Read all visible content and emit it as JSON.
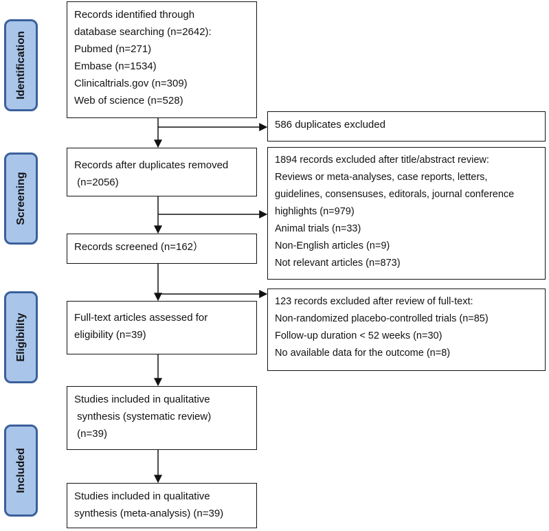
{
  "stages": {
    "identification": "Identification",
    "screening": "Screening",
    "eligibility": "Eligibility",
    "included": "Included"
  },
  "boxes": {
    "identified": {
      "lines": [
        "Records identified through",
        "database searching (n=2642):",
        "Pubmed (n=271)",
        "Embase (n=1534)",
        "Clinicaltrials.gov (n=309)",
        "Web of science (n=528)"
      ]
    },
    "duplicates": {
      "lines": [
        "586 duplicates excluded"
      ]
    },
    "after_duplicates": {
      "lines": [
        "Records after duplicates removed",
        " (n=2056)"
      ]
    },
    "title_abstract_excluded": {
      "lines": [
        "1894 records excluded after title/abstract review:",
        "Reviews or meta-analyses, case reports, letters,",
        "guidelines, consensuses, editorals, journal conference",
        "highlights (n=979)",
        "Animal trials (n=33)",
        "Non-English articles (n=9)",
        "Not relevant articles (n=873)"
      ]
    },
    "screened": {
      "lines": [
        "Records screened (n=162）"
      ]
    },
    "fulltext_excluded": {
      "lines": [
        "123 records excluded after review of full-text:",
        "Non-randomized placebo-controlled trials (n=85)",
        "Follow-up duration < 52 weeks (n=30)",
        "No available data for the outcome (n=8)"
      ]
    },
    "fulltext_assessed": {
      "lines": [
        "Full-text articles assessed for",
        "eligibility (n=39)"
      ]
    },
    "qualitative": {
      "lines": [
        "Studies included in qualitative",
        " synthesis (systematic review)",
        " (n=39)"
      ]
    },
    "meta": {
      "lines": [
        "Studies included in qualitative",
        "synthesis (meta-analysis) (n=39)"
      ]
    }
  },
  "colors": {
    "stage_fill": "#a9c5ea",
    "stage_border": "#3a5f9a",
    "line": "#111111"
  }
}
